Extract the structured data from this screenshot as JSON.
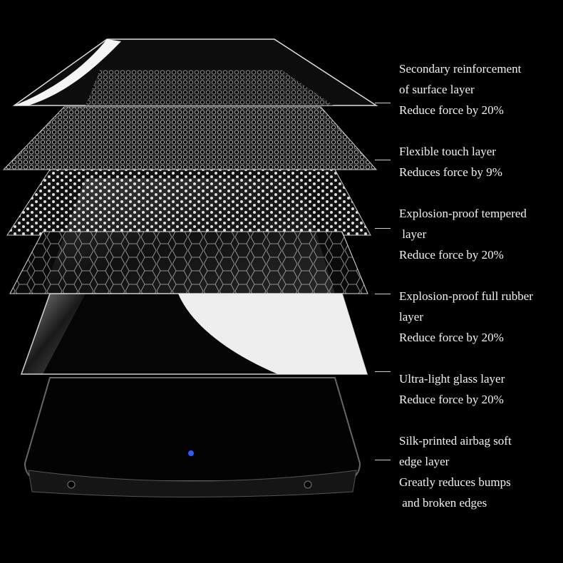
{
  "layers": [
    {
      "lines": [
        "Secondary reinforcement",
        "of surface layer",
        "Reduce force by 20%"
      ]
    },
    {
      "lines": [
        "Flexible touch layer",
        "Reduces force by 9%"
      ]
    },
    {
      "lines": [
        "Explosion-proof tempered",
        " layer",
        "Reduce force by 20%"
      ]
    },
    {
      "lines": [
        "Explosion-proof full rubber",
        "layer",
        "Reduce force by 20%"
      ]
    },
    {
      "lines": [
        "Ultra-light glass layer",
        "Reduce force by 20%"
      ]
    },
    {
      "lines": [
        "Silk-printed airbag soft",
        "edge layer",
        "Greatly reduces bumps",
        " and broken edges"
      ]
    }
  ],
  "colors": {
    "background": "#000000",
    "text": "#f2f2f2",
    "accent_camera": "#2a5cff"
  }
}
